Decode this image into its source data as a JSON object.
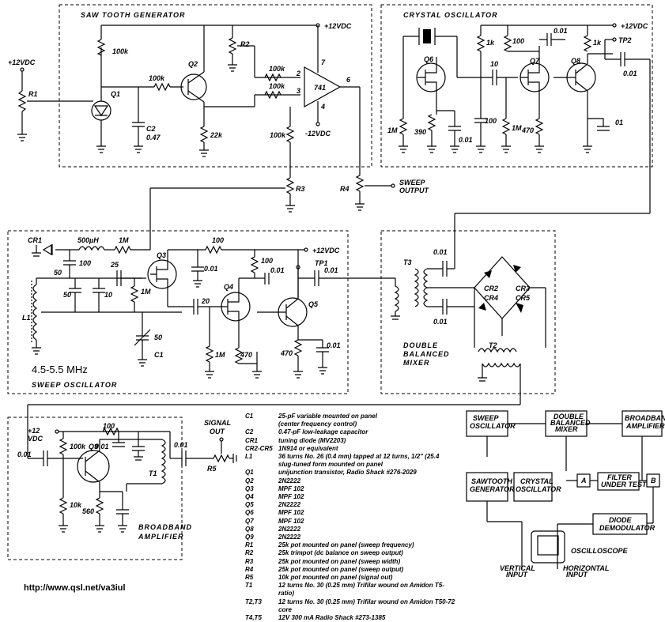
{
  "sections": {
    "sawtooth": "SAW TOOTH GENERATOR",
    "crystal": "CRYSTAL OSCILLATOR",
    "sweep": "SWEEP OSCILLATOR",
    "mixer": "DOUBLE BALANCED MIXER",
    "mixer_line1": "DOUBLE",
    "mixer_line2": "BALANCED",
    "mixer_line3": "MIXER",
    "amp_line1": "BROADBAND",
    "amp_line2": "AMPLIFIER"
  },
  "labels": {
    "vcc": "+12VDC",
    "vcc_left_1": "+12VDC",
    "vneg": "-12VDC",
    "plus12": "+12",
    "vdc": "VDC",
    "sweep_output_1": "SWEEP",
    "sweep_output_2": "OUTPUT",
    "signal_out_1": "SIGNAL",
    "signal_out_2": "OUT",
    "tp1": "TP1",
    "tp2": "TP2",
    "r1": "R1",
    "r2": "R2",
    "r3": "R3",
    "r4": "R4",
    "r5": "R5",
    "q1": "Q1",
    "q2": "Q2",
    "q3": "Q3",
    "q4": "Q4",
    "q5": "Q5",
    "q6": "Q6",
    "q7": "Q7",
    "q8": "Q8",
    "q9": "Q9",
    "c1": "C1",
    "c2": "C2",
    "cr1": "CR1",
    "cr2": "CR2",
    "cr3": "CR3",
    "cr4": "CR4",
    "cr5": "CR5",
    "l1": "L1",
    "t1": "T1",
    "t2": "T2",
    "t3": "T3",
    "op741": "741",
    "pin2": "2",
    "pin3": "3",
    "pin4": "4",
    "pin6": "6",
    "pin7": "7",
    "v100k": "100k",
    "v22k": "22k",
    "v047": "0.47",
    "v10k": "10k",
    "v560": "560",
    "v1k": "1k",
    "v100": "100",
    "v001": "0.01",
    "v10": "10",
    "v1M": "1M",
    "v390": "390",
    "v470": "470",
    "v01": "01",
    "v500uH": "500µH",
    "v25": "25",
    "v50": "50",
    "v20": "20"
  },
  "freq_label": "4.5-5.5 MHz",
  "parts_list": [
    {
      "ref": "C1",
      "desc": "25-pF variable mounted on panel"
    },
    {
      "ref": "",
      "desc": "(center frequency control)"
    },
    {
      "ref": "C2",
      "desc": "0.47-pF low-leakage capacitor"
    },
    {
      "ref": "CR1",
      "desc": "tuning diode (MV2203)"
    },
    {
      "ref": "CR2-CR5",
      "desc": "1N914 or equivalent"
    },
    {
      "ref": "L1",
      "desc": "36 turns No. 26 (0.4 mm) tapped at 12 turns, 1/2\" (25.4"
    },
    {
      "ref": "",
      "desc": "slug-tuned form mounted on panel"
    },
    {
      "ref": "Q1",
      "desc": "unijunction transistor, Radio Shack #276-2029"
    },
    {
      "ref": "Q2",
      "desc": "2N2222"
    },
    {
      "ref": "Q3",
      "desc": "MPF 102"
    },
    {
      "ref": "Q4",
      "desc": "MPF 102"
    },
    {
      "ref": "Q5",
      "desc": "2N2222"
    },
    {
      "ref": "Q6",
      "desc": "MPF 102"
    },
    {
      "ref": "Q7",
      "desc": "MPF 102"
    },
    {
      "ref": "Q8",
      "desc": "2N2222"
    },
    {
      "ref": "Q9",
      "desc": "2N2222"
    },
    {
      "ref": "R1",
      "desc": "25k pot mounted on panel (sweep frequency)"
    },
    {
      "ref": "R2",
      "desc": "25k trimpot (dc balance on sweep output)"
    },
    {
      "ref": "R3",
      "desc": "25k pot mounted on panel (sweep width)"
    },
    {
      "ref": "R4",
      "desc": "25k pot mounted on panel (sweep output)"
    },
    {
      "ref": "R5",
      "desc": "10k pot mounted on panel (signal out)"
    },
    {
      "ref": "T1",
      "desc": "12 turns No. 30 (0.25 mm) Trifilar wound on Amidon T5-"
    },
    {
      "ref": "",
      "desc": "ratio)"
    },
    {
      "ref": "T2,T3",
      "desc": "12 turns No. 30 (0.25 mm) Trifilar wound on Amidon T50-72 core"
    },
    {
      "ref": "T4,T5",
      "desc": "12V 300 mA Radio Shack #273-1385"
    }
  ],
  "block_diagram": {
    "sweep_osc_1": "SWEEP",
    "sweep_osc_2": "OSCILLATOR",
    "dbm_1": "DOUBLE",
    "dbm_2": "BALANCED",
    "dbm_3": "MIXER",
    "bba_1": "BROADBAND",
    "bba_2": "AMPLIFIER",
    "saw_1": "SAWTOOTH",
    "saw_2": "GENERATOR",
    "xtal_1": "CRYSTAL",
    "xtal_2": "OSCILLATOR",
    "a": "A",
    "filter_1": "FILTER",
    "filter_2": "UNDER TEST",
    "b": "B",
    "diode_1": "DIODE",
    "diode_2": "DEMODULATOR",
    "scope": "OSCILLOSCOPE",
    "vert_1": "VERTICAL",
    "vert_2": "INPUT",
    "horiz_1": "HORIZONTAL",
    "horiz_2": "INPUT"
  },
  "url": "http://www.qsl.net/va3iul"
}
